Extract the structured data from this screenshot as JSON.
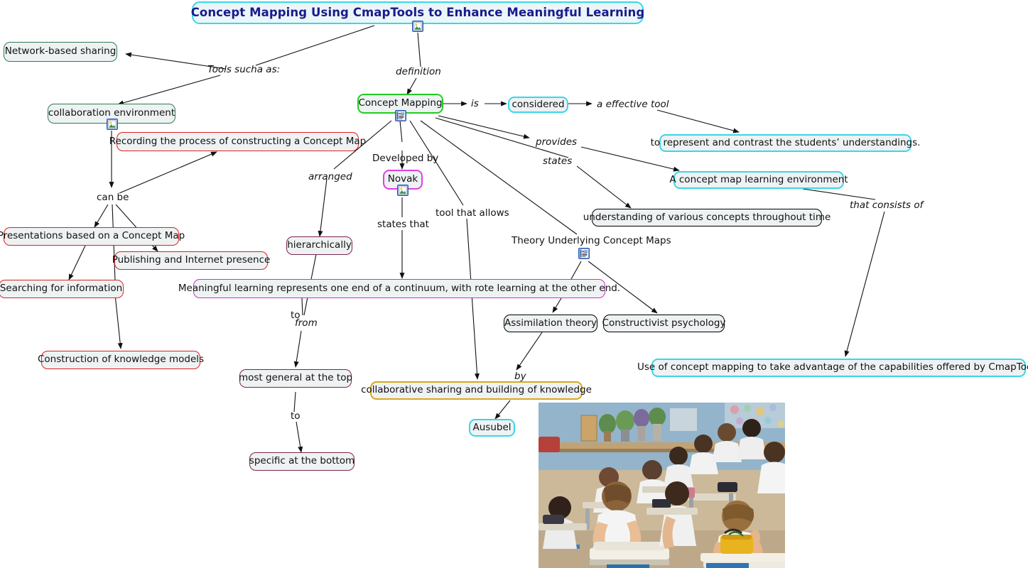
{
  "map": {
    "title": "Concept Mapping Using CmapTools to Enhance Meaningful Learning",
    "root_concept": "Concept Mapping"
  },
  "colors": {
    "title_border": "#3bd6e8",
    "title_text": "#1a1a8c",
    "node_fill": "#eef2f3",
    "green": "#2f7d4f",
    "bright_green": "#22cc22",
    "cyan": "#3bd6e8",
    "red": "#dd2222",
    "magenta": "#e040e0",
    "orchid": "#cc33cc",
    "plum": "#7a2550",
    "gold": "#d9a81a",
    "black": "#000000"
  },
  "nodes": [
    {
      "id": "title",
      "label": "Concept Mapping Using CmapTools to Enhance Meaningful Learning"
    },
    {
      "id": "network",
      "label": "Network-based sharing"
    },
    {
      "id": "collab",
      "label": "collaboration environment"
    },
    {
      "id": "recording",
      "label": "Recording the process of constructing a Concept Map"
    },
    {
      "id": "presentations",
      "label": "Presentations based on a Concept Map"
    },
    {
      "id": "publishing",
      "label": "Publishing and Internet presence"
    },
    {
      "id": "searching",
      "label": "Searching for information"
    },
    {
      "id": "construction",
      "label": "Construction of knowledge models"
    },
    {
      "id": "conceptmap",
      "label": "Concept Mapping"
    },
    {
      "id": "considered",
      "label": "considered"
    },
    {
      "id": "represent",
      "label": "to represent and contrast the students’ understandings."
    },
    {
      "id": "cmlearnenv",
      "label": "A concept map learning environment"
    },
    {
      "id": "understanding",
      "label": "understanding of various concepts throughout time"
    },
    {
      "id": "novak",
      "label": "Novak"
    },
    {
      "id": "hierarchically",
      "label": "hierarchically"
    },
    {
      "id": "meaningful",
      "label": "Meaningful learning represents one end of a continuum, with rote learning at the other end."
    },
    {
      "id": "theory",
      "label": "Theory Underlying Concept Maps"
    },
    {
      "id": "assimilation",
      "label": "Assimilation theory"
    },
    {
      "id": "constructivist",
      "label": "Constructivist psychology"
    },
    {
      "id": "mostgeneral",
      "label": "most general at the top"
    },
    {
      "id": "specific",
      "label": "specific at the bottom"
    },
    {
      "id": "collabshare",
      "label": "collaborative sharing and building of knowledge"
    },
    {
      "id": "ausubel",
      "label": "Ausubel"
    },
    {
      "id": "usecmap",
      "label": "Use of concept mapping to take advantage of the capabilities offered by CmapTools"
    }
  ],
  "link_labels": [
    {
      "id": "l_toolssuch",
      "text": "Tools sucha as:"
    },
    {
      "id": "l_definition",
      "text": "definition"
    },
    {
      "id": "l_is",
      "text": "is"
    },
    {
      "id": "l_effective",
      "text": "a effective tool"
    },
    {
      "id": "l_provides",
      "text": "provides"
    },
    {
      "id": "l_states",
      "text": "states"
    },
    {
      "id": "l_developedby",
      "text": "Developed by"
    },
    {
      "id": "l_arranged",
      "text": "arranged"
    },
    {
      "id": "l_canbe",
      "text": "can be"
    },
    {
      "id": "l_statesthat",
      "text": "states that"
    },
    {
      "id": "l_toolthat",
      "text": "tool that allows"
    },
    {
      "id": "l_thatconsists",
      "text": "that consists of"
    },
    {
      "id": "l_from",
      "text": "from"
    },
    {
      "id": "l_to",
      "text": "to"
    },
    {
      "id": "l_by",
      "text": "by"
    }
  ],
  "icons": [
    {
      "id": "icon_title",
      "name": "image-resource-icon"
    },
    {
      "id": "icon_collab",
      "name": "image-resource-icon"
    },
    {
      "id": "icon_cmap",
      "name": "document-resource-icon"
    },
    {
      "id": "icon_novak",
      "name": "image-resource-icon"
    },
    {
      "id": "icon_theory",
      "name": "document-resource-icon"
    }
  ],
  "photo": {
    "name": "classroom-students-photo",
    "caption": "Classroom of schoolchildren seated at desks"
  }
}
